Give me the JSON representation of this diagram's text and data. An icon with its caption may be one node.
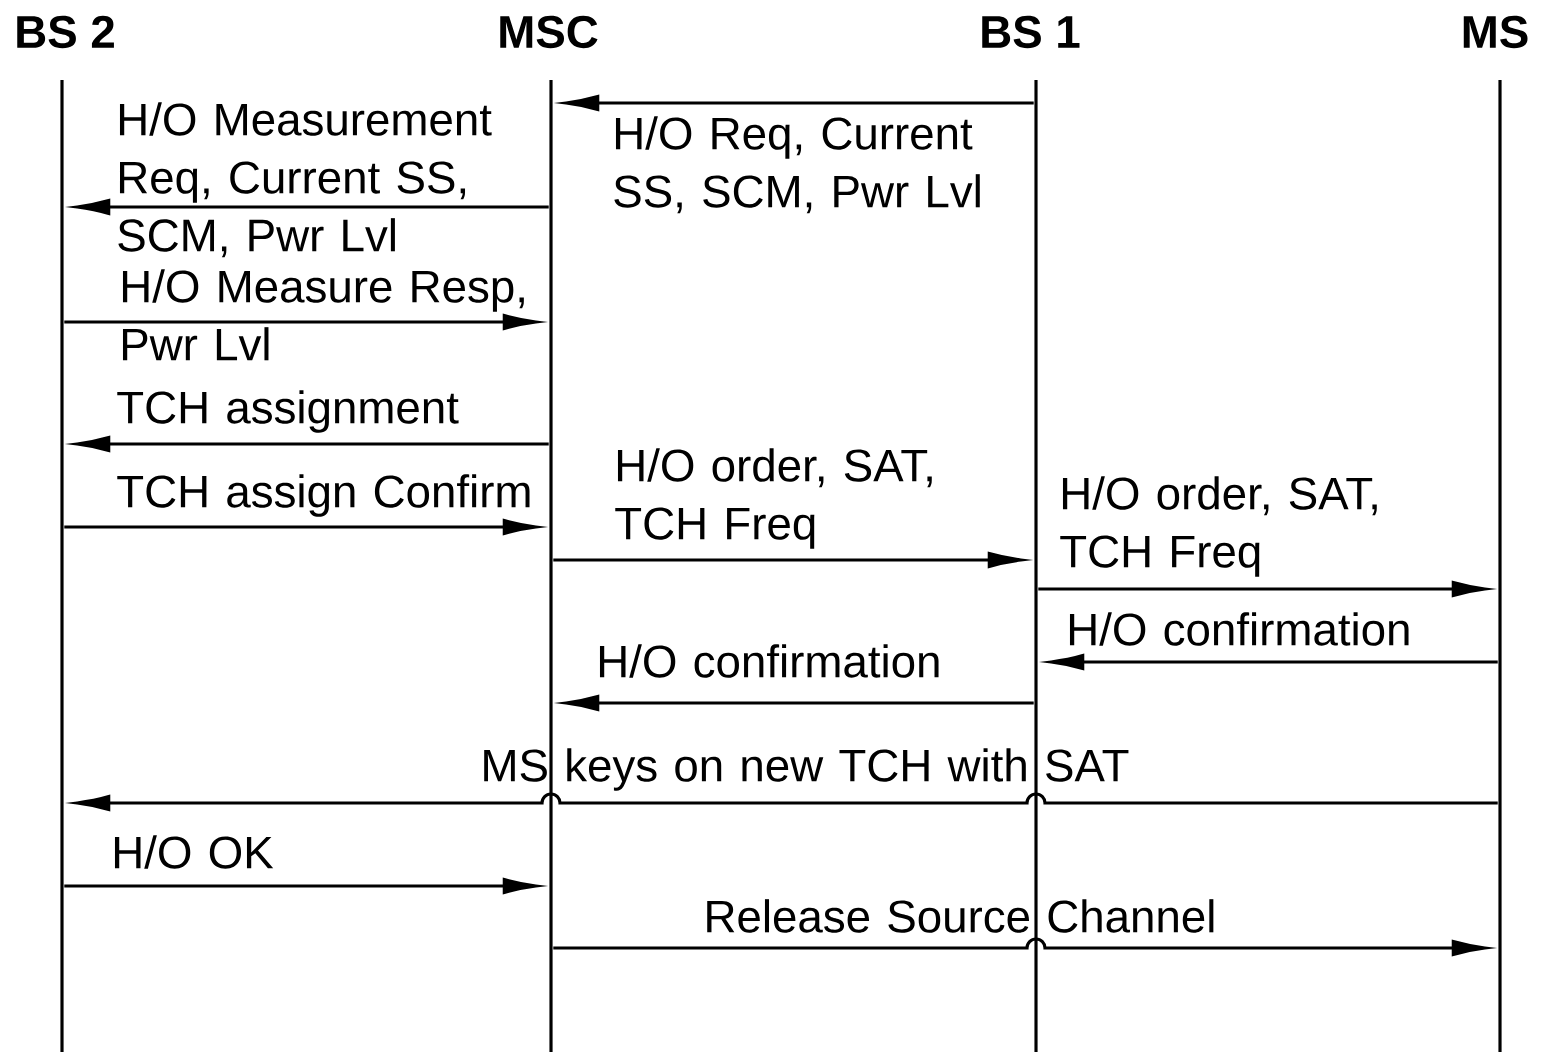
{
  "diagram": {
    "nodes": [
      {
        "text": [
          "BS 2"
        ]
      },
      {
        "text": [
          "MSC"
        ]
      },
      {
        "text": [
          "BS 1"
        ]
      },
      {
        "text": [
          "MS"
        ]
      },
      {
        "text": [],
        "shape": "line"
      },
      {
        "text": [],
        "shape": "line"
      },
      {
        "text": [],
        "shape": "line"
      },
      {
        "text": [],
        "shape": "line"
      }
    ],
    "edges": [
      {
        "from": 6,
        "to": 5,
        "arrow": "to",
        "label": "H/O Req, Current SS, SCM, Pwr Lvl"
      },
      {
        "from": 5,
        "to": 4,
        "arrow": "to",
        "label": "H/O Measurement Req, Current SS, SCM, Pwr Lvl"
      },
      {
        "from": 4,
        "to": 5,
        "arrow": "to",
        "label": "H/O Measure Resp, Pwr Lvl"
      },
      {
        "from": 5,
        "to": 4,
        "arrow": "to",
        "label": "TCH assignment"
      },
      {
        "from": 4,
        "to": 5,
        "arrow": "to",
        "label": "TCH assign Confirm"
      },
      {
        "from": 5,
        "to": 6,
        "arrow": "to",
        "label": "H/O order, SAT, TCH Freq"
      },
      {
        "from": 6,
        "to": 7,
        "arrow": "to",
        "label": "H/O order, SAT, TCH Freq"
      },
      {
        "from": 7,
        "to": 6,
        "arrow": "to",
        "label": "H/O confirmation"
      },
      {
        "from": 6,
        "to": 5,
        "arrow": "to",
        "label": "H/O confirmation"
      },
      {
        "from": 7,
        "to": 4,
        "arrow": "to",
        "label": "MS keys on new TCH with SAT"
      },
      {
        "from": 4,
        "to": 5,
        "arrow": "to",
        "label": "H/O OK"
      },
      {
        "from": 5,
        "to": 7,
        "arrow": "to",
        "label": "Release Source Channel"
      }
    ]
  }
}
